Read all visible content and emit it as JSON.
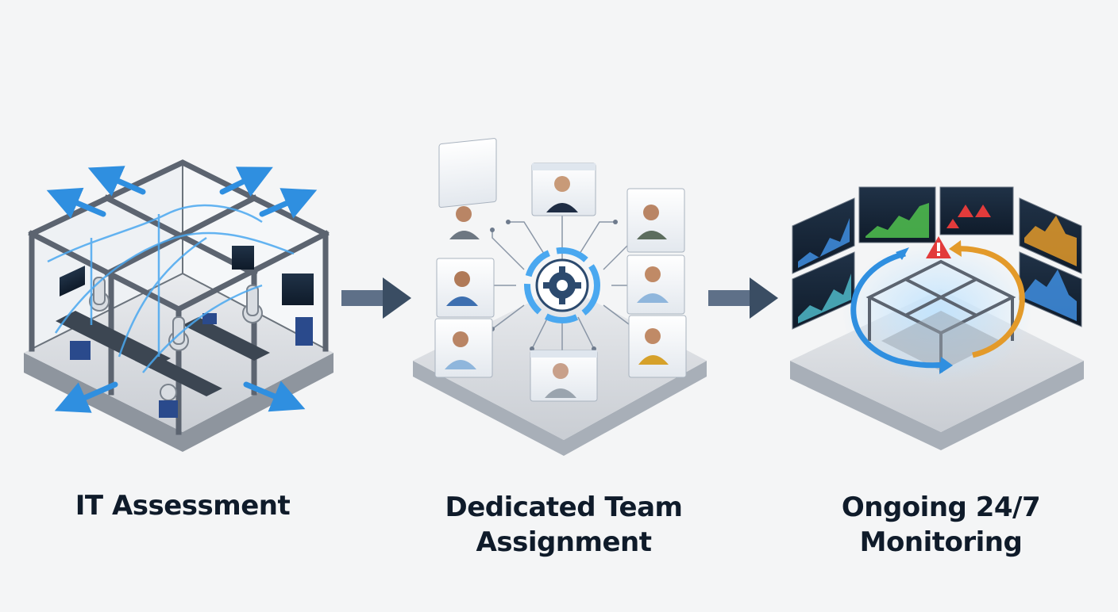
{
  "steps": [
    {
      "id": "it-assessment",
      "title_lines": [
        "IT Assessment"
      ],
      "icon": "factory-blueprint-illustration"
    },
    {
      "id": "team-assignment",
      "title_lines": [
        "Dedicated Team",
        "Assignment"
      ],
      "icon": "team-network-illustration"
    },
    {
      "id": "monitoring",
      "title_lines": [
        "Ongoing 24/7",
        "Monitoring"
      ],
      "icon": "monitoring-dashboard-illustration"
    }
  ],
  "connectors": [
    "arrow-right-icon",
    "arrow-right-icon"
  ],
  "colors": {
    "background": "#f4f5f6",
    "title_text": "#0f1b2a",
    "accent_blue": "#2f8fe0",
    "accent_orange": "#e39a2a",
    "alert_red": "#e23b3b",
    "arrow": "#3a4d63",
    "chart_green": "#4cb84c"
  }
}
